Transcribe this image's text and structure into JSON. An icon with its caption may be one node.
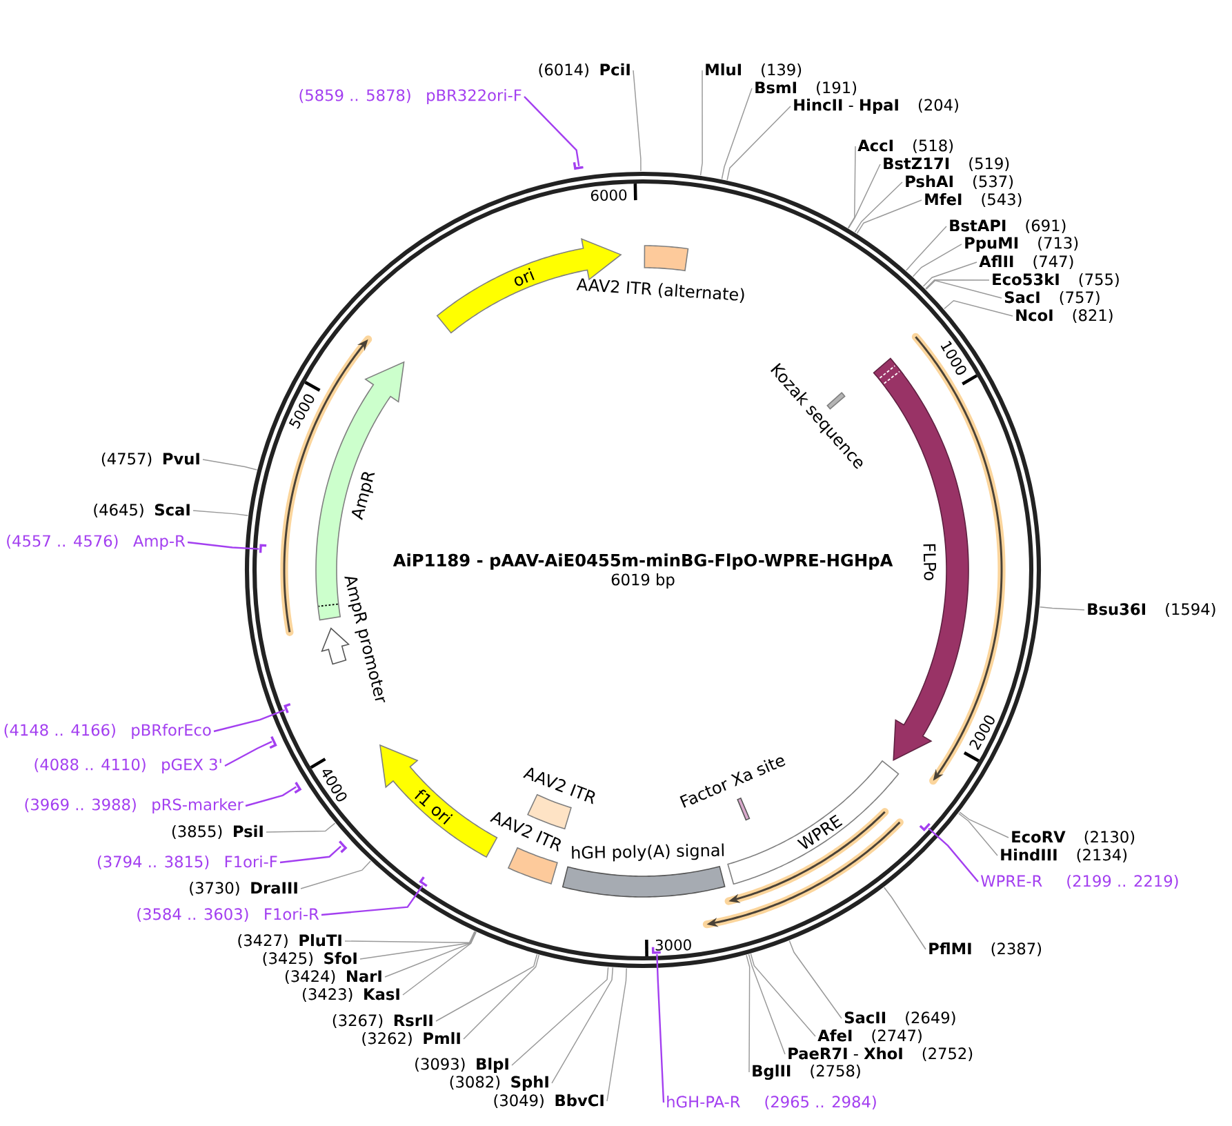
{
  "diagram": {
    "title": "AiP1189 - pAAV-AiE0455m-minBG-FlpO-WPRE-HGHpA",
    "nodes": [
      {
        "text": [
          "AAV2 ITR (alternate)"
        ]
      },
      {
        "text": [
          "Kozak sequence"
        ]
      },
      {
        "text": [
          "FLPo"
        ]
      },
      {
        "text": [
          "WPRE"
        ]
      },
      {
        "text": [
          "Factor Xa site"
        ]
      },
      {
        "text": [
          "hGH poly(A) signal"
        ]
      },
      {
        "text": [
          "AAV2 ITR"
        ]
      },
      {
        "text": [
          "AAV2 ITR"
        ]
      },
      {
        "text": [
          "f1 ori"
        ]
      },
      {
        "text": [
          "AmpR promoter"
        ]
      },
      {
        "text": [
          "AmpR"
        ]
      },
      {
        "text": [
          "ori"
        ]
      },
      {
        "text": [
          "MluI",
          "(139)"
        ]
      },
      {
        "text": [
          "BsmI",
          "(191)"
        ]
      },
      {
        "text": [
          "**HincII** - **HpaI**",
          "(204)"
        ]
      },
      {
        "text": [
          "AccI",
          "(518)"
        ]
      },
      {
        "text": [
          "BstZ17I",
          "(519)"
        ]
      },
      {
        "text": [
          "PshAI",
          "(537)"
        ]
      },
      {
        "text": [
          "MfeI",
          "(543)"
        ]
      },
      {
        "text": [
          "BstAPI",
          "(691)"
        ]
      },
      {
        "text": [
          "PpuMI",
          "(713)"
        ]
      },
      {
        "text": [
          "AflII",
          "(747)"
        ]
      },
      {
        "text": [
          "Eco53kI",
          "(755)"
        ]
      },
      {
        "text": [
          "SacI",
          "(757)"
        ]
      },
      {
        "text": [
          "NcoI",
          "(821)"
        ]
      },
      {
        "text": [
          "Bsu36I",
          "(1594)"
        ]
      },
      {
        "text": [
          "EcoRV",
          "(2130)"
        ]
      },
      {
        "text": [
          "HindIII",
          "(2134)"
        ]
      },
      {
        "text": [
          "WPRE-R",
          "(2199 .. 2219)"
        ]
      },
      {
        "text": [],
        "shape": "bar"
      },
      {
        "text": [
          "PflMI",
          "(2387)"
        ]
      },
      {
        "text": [
          "SacII",
          "(2649)"
        ]
      },
      {
        "text": [
          "AfeI",
          "(2747)"
        ]
      },
      {
        "text": [
          "**PaeR7I** - **XhoI**",
          "(2752)"
        ]
      },
      {
        "text": [
          "BglII",
          "(2758)"
        ]
      },
      {
        "text": [
          "hGH-PA-R",
          "(2965 .. 2984)"
        ]
      },
      {
        "text": [],
        "shape": "bar"
      },
      {
        "text": [
          "(3049)",
          "BbvCI"
        ]
      },
      {
        "text": [
          "(3082)",
          "SphI"
        ]
      },
      {
        "text": [
          "(3093)",
          "BlpI"
        ]
      },
      {
        "text": [
          "(3262)",
          "PmlI"
        ]
      },
      {
        "text": [
          "(3267)",
          "RsrII"
        ]
      },
      {
        "text": [
          "(3423)",
          "KasI"
        ]
      },
      {
        "text": [
          "(3424)",
          "NarI"
        ]
      },
      {
        "text": [
          "(3425)",
          "SfoI"
        ]
      },
      {
        "text": [
          "(3427)",
          "PluTI"
        ]
      },
      {
        "text": [
          "(3584 .. 3603)",
          "F1ori-R"
        ]
      },
      {
        "text": [],
        "shape": "bar"
      },
      {
        "text": [
          "(3730)",
          "DraIII"
        ]
      },
      {
        "text": [
          "(3794 .. 3815)",
          "F1ori-F"
        ]
      },
      {
        "text": [],
        "shape": "bar"
      },
      {
        "text": [
          "(3855)",
          "PsiI"
        ]
      },
      {
        "text": [
          "(3969 .. 3988)",
          "pRS-marker"
        ]
      },
      {
        "text": [],
        "shape": "bar"
      },
      {
        "text": [
          "(4088 .. 4110)",
          "pGEX 3'"
        ]
      },
      {
        "text": [],
        "shape": "bar"
      },
      {
        "text": [
          "(4148 .. 4166)",
          "pBRforEco"
        ]
      },
      {
        "text": [],
        "shape": "bar"
      },
      {
        "text": [
          "(4557 .. 4576)",
          "Amp-R"
        ]
      },
      {
        "text": [],
        "shape": "bar"
      },
      {
        "text": [
          "(4645)",
          "ScaI"
        ]
      },
      {
        "text": [
          "(4757)",
          "PvuI"
        ]
      },
      {
        "text": [
          "(5859 .. 5878)",
          "pBR322ori-F"
        ]
      },
      {
        "text": [],
        "shape": "bar"
      },
      {
        "text": [
          "(6014)",
          "PciI"
        ]
      }
    ],
    "edges": [
      {
        "from": 12,
        "to": null,
        "arrow": "none"
      },
      {
        "from": 13,
        "to": null,
        "arrow": "none"
      },
      {
        "from": 14,
        "to": null,
        "arrow": "none"
      },
      {
        "from": 15,
        "to": null,
        "arrow": "none"
      },
      {
        "from": 16,
        "to": null,
        "arrow": "none"
      },
      {
        "from": 17,
        "to": null,
        "arrow": "none"
      },
      {
        "from": 18,
        "to": null,
        "arrow": "none"
      },
      {
        "from": 19,
        "to": null,
        "arrow": "none"
      },
      {
        "from": 20,
        "to": null,
        "arrow": "none"
      },
      {
        "from": 21,
        "to": null,
        "arrow": "none"
      },
      {
        "from": 22,
        "to": null,
        "arrow": "none"
      },
      {
        "from": 23,
        "to": null,
        "arrow": "none"
      },
      {
        "from": 24,
        "to": null,
        "arrow": "none"
      },
      {
        "from": 25,
        "to": null,
        "arrow": "none"
      },
      {
        "from": 26,
        "to": null,
        "arrow": "none"
      },
      {
        "from": 27,
        "to": null,
        "arrow": "none"
      },
      {
        "from": 28,
        "to": 29,
        "arrow": "none",
        "color": "#a33ff0"
      },
      {
        "from": 30,
        "to": null,
        "arrow": "none"
      },
      {
        "from": 31,
        "to": null,
        "arrow": "none"
      },
      {
        "from": 32,
        "to": null,
        "arrow": "none"
      },
      {
        "from": 33,
        "to": null,
        "arrow": "none"
      },
      {
        "from": 34,
        "to": null,
        "arrow": "none"
      },
      {
        "from": 35,
        "to": 36,
        "arrow": "none",
        "color": "#a33ff0"
      },
      {
        "from": 37,
        "to": null,
        "arrow": "none"
      },
      {
        "from": 38,
        "to": null,
        "arrow": "none"
      },
      {
        "from": 39,
        "to": null,
        "arrow": "none"
      },
      {
        "from": 40,
        "to": null,
        "arrow": "none"
      },
      {
        "from": 41,
        "to": null,
        "arrow": "none"
      },
      {
        "from": 42,
        "to": null,
        "arrow": "none"
      },
      {
        "from": 43,
        "to": null,
        "arrow": "none"
      },
      {
        "from": 44,
        "to": null,
        "arrow": "none"
      },
      {
        "from": 45,
        "to": null,
        "arrow": "none"
      },
      {
        "from": 46,
        "to": 47,
        "arrow": "none",
        "color": "#a33ff0"
      },
      {
        "from": 48,
        "to": null,
        "arrow": "none"
      },
      {
        "from": 49,
        "to": 50,
        "arrow": "none",
        "color": "#a33ff0"
      },
      {
        "from": 51,
        "to": null,
        "arrow": "none"
      },
      {
        "from": 52,
        "to": 53,
        "arrow": "none",
        "color": "#a33ff0"
      },
      {
        "from": 54,
        "to": 55,
        "arrow": "none",
        "color": "#a33ff0"
      },
      {
        "from": 56,
        "to": 57,
        "arrow": "none",
        "color": "#a33ff0"
      },
      {
        "from": 58,
        "to": 59,
        "arrow": "none",
        "color": "#a33ff0"
      },
      {
        "from": 60,
        "to": null,
        "arrow": "none"
      },
      {
        "from": 61,
        "to": null,
        "arrow": "none"
      },
      {
        "from": 62,
        "to": 63,
        "arrow": "none",
        "color": "#a33ff0"
      },
      {
        "from": 64,
        "to": null,
        "arrow": "none"
      }
    ],
    "labels": [
      "6019 bp",
      "6000",
      "1000",
      "2000",
      "3000",
      "4000",
      "5000"
    ]
  }
}
